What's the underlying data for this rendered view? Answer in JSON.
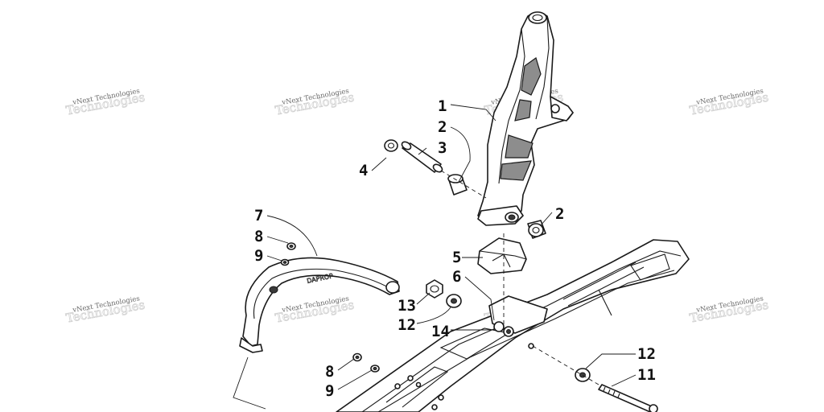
{
  "watermark": {
    "line1": "vNext Technologies",
    "line2": "Technologies"
  },
  "callouts": {
    "c1": "1",
    "c2a": "2",
    "c2b": "2",
    "c3": "3",
    "c4": "4",
    "c5": "5",
    "c6": "6",
    "c7": "7",
    "c8a": "8",
    "c8b": "8",
    "c9a": "9",
    "c9b": "9",
    "c11": "11",
    "c12a": "12",
    "c12b": "12",
    "c13": "13",
    "c14": "14"
  },
  "decals": {
    "grab_bar": "DAPROP"
  },
  "colors": {
    "line": "#1a1a1a",
    "shade": "#8d8d8d",
    "watermark": "#6a6a6a"
  }
}
